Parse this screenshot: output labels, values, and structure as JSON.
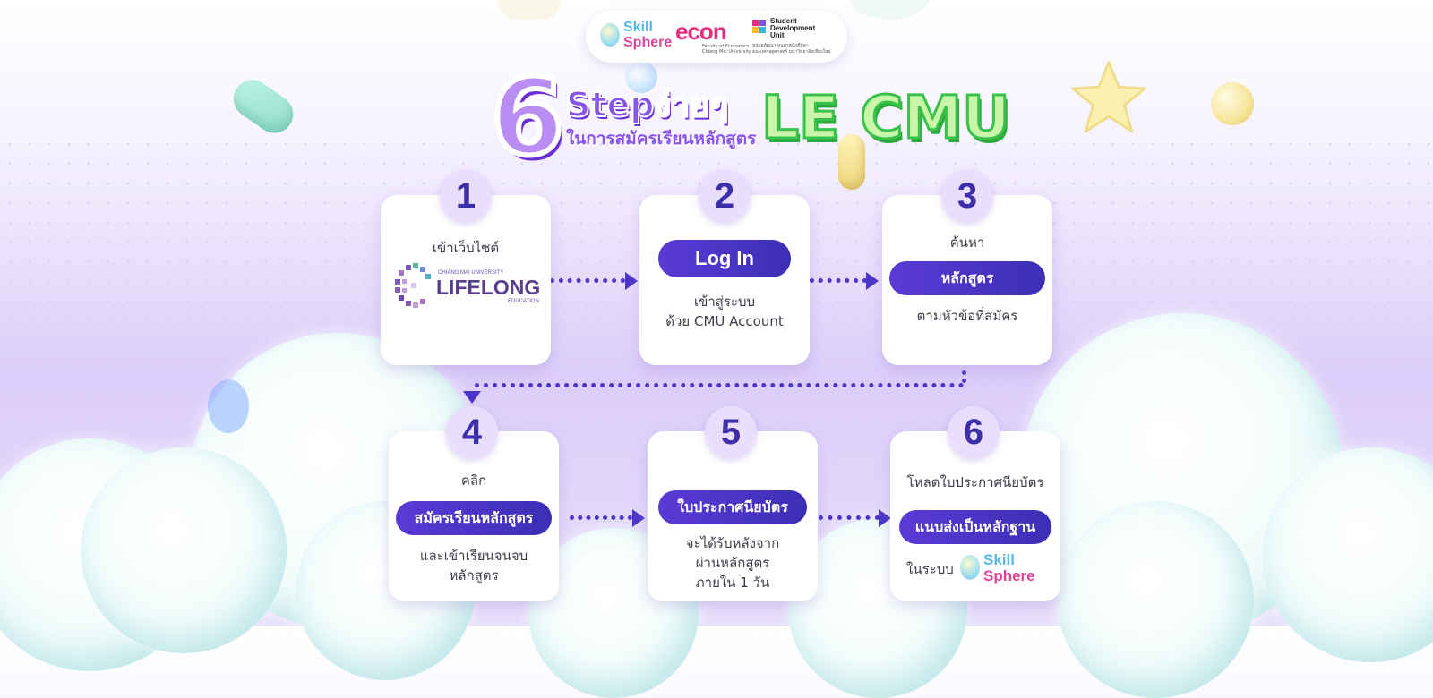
{
  "header": {
    "skill_sphere_logo": {
      "skill": "Skill",
      "sphere": "Sphere"
    },
    "econ_logo": {
      "text": "econ",
      "sub1": "Faculty of Economics",
      "sub2": "Chiang Mai University"
    },
    "sdu_logo": {
      "line1": "Student",
      "line2": "Development",
      "line3": "Unit",
      "sub1": "หน่วยพัฒนาคุณภาพนักศึกษา",
      "sub2": "คณะเศรษฐศาสตร์ มหาวิทยาลัยเชียงใหม่"
    }
  },
  "title": {
    "number": "6",
    "steps": "Stepง่ายๆ",
    "subtitle": "ในการสมัครเรียนหลักสูตร",
    "brand": "LE CMU"
  },
  "steps": [
    {
      "number": "1",
      "text_top": "เข้าเว็บไซต์",
      "logo_small": "CHIANG MAI UNIVERSITY",
      "logo_main": "LIFELONG",
      "logo_sub": "EDUCATION"
    },
    {
      "number": "2",
      "pill": "Log In",
      "text_bottom_1": "เข้าสู่ระบบ",
      "text_bottom_2": "ด้วย CMU Account"
    },
    {
      "number": "3",
      "text_top": "ค้นหา",
      "pill": "หลักสูตร",
      "text_bottom_1": "ตามหัวข้อที่สมัคร"
    },
    {
      "number": "4",
      "text_top": "คลิก",
      "pill": "สมัครเรียนหลักสูตร",
      "text_bottom_1": "และเข้าเรียนจนจบ",
      "text_bottom_2": "หลักสูตร"
    },
    {
      "number": "5",
      "pill": "ใบประกาศนียบัตร",
      "text_bottom_1": "จะได้รับหลังจาก",
      "text_bottom_2": "ผ่านหลักสูตร",
      "text_bottom_3": "ภายใน 1 วัน"
    },
    {
      "number": "6",
      "text_top": "โหลดใบประกาศนียบัตร",
      "pill": "แนบส่งเป็นหลักฐาน",
      "text_bottom_1": "ในระบบ",
      "logo_skill": "Skill",
      "logo_sphere": "Sphere"
    }
  ],
  "colors": {
    "accent": "#4b36c8",
    "pill": "#4a34c4",
    "number_bg": "#e9defe",
    "title_purple": "#8a55ea",
    "title_green": "#39c24a"
  }
}
